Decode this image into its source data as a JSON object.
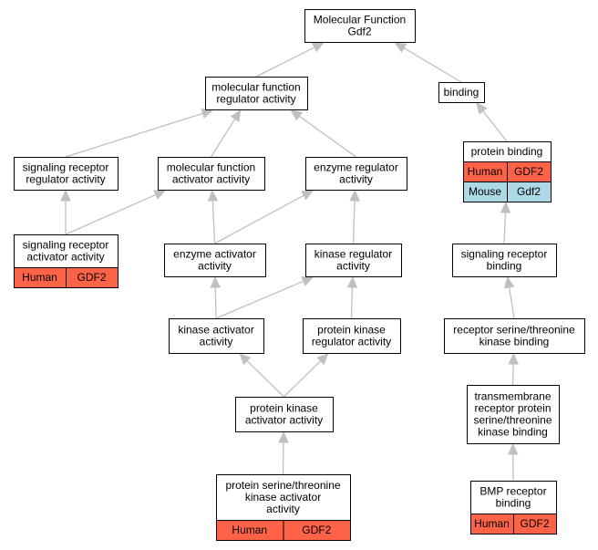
{
  "colors": {
    "edge": "#c0c0c0",
    "human": "#ff6347",
    "mouse": "#add8e6",
    "node_fill": "#ffffff",
    "node_border": "#000000"
  },
  "nodes": {
    "molecular_function": {
      "lines": [
        "Molecular Function",
        "Gdf2"
      ]
    },
    "mf_regulator": {
      "lines": [
        "molecular function",
        "regulator activity"
      ]
    },
    "binding": {
      "lines": [
        "binding"
      ]
    },
    "signaling_receptor_regulator": {
      "lines": [
        "signaling receptor",
        "regulator activity"
      ]
    },
    "mf_activator": {
      "lines": [
        "molecular function",
        "activator activity"
      ]
    },
    "enzyme_regulator": {
      "lines": [
        "enzyme regulator",
        "activity"
      ]
    },
    "protein_binding": {
      "lines": [
        "protein binding"
      ],
      "species": [
        {
          "species": "Human",
          "gene": "GDF2",
          "color_key": "human"
        },
        {
          "species": "Mouse",
          "gene": "Gdf2",
          "color_key": "mouse"
        }
      ]
    },
    "signaling_receptor_activator": {
      "lines": [
        "signaling receptor",
        "activator activity"
      ],
      "species": [
        {
          "species": "Human",
          "gene": "GDF2",
          "color_key": "human"
        }
      ]
    },
    "enzyme_activator": {
      "lines": [
        "enzyme activator",
        "activity"
      ]
    },
    "kinase_regulator": {
      "lines": [
        "kinase regulator",
        "activity"
      ]
    },
    "signaling_receptor_binding": {
      "lines": [
        "signaling receptor",
        "binding"
      ]
    },
    "kinase_activator": {
      "lines": [
        "kinase activator",
        "activity"
      ]
    },
    "protein_kinase_regulator": {
      "lines": [
        "protein kinase",
        "regulator activity"
      ]
    },
    "receptor_ser_thr_kinase_binding": {
      "lines": [
        "receptor serine/threonine",
        "kinase binding"
      ]
    },
    "protein_kinase_activator": {
      "lines": [
        "protein kinase",
        "activator activity"
      ]
    },
    "transmembrane_receptor": {
      "lines": [
        "transmembrane",
        "receptor protein",
        "serine/threonine",
        "kinase binding"
      ]
    },
    "protein_ser_thr_kinase_activator": {
      "lines": [
        "protein serine/threonine",
        "kinase activator",
        "activity"
      ],
      "species": [
        {
          "species": "Human",
          "gene": "GDF2",
          "color_key": "human"
        }
      ]
    },
    "bmp_receptor_binding": {
      "lines": [
        "BMP receptor",
        "binding"
      ],
      "species": [
        {
          "species": "Human",
          "gene": "GDF2",
          "color_key": "human"
        }
      ]
    }
  },
  "edges": [
    [
      "mf_regulator",
      "molecular_function"
    ],
    [
      "binding",
      "molecular_function"
    ],
    [
      "signaling_receptor_regulator",
      "mf_regulator"
    ],
    [
      "mf_activator",
      "mf_regulator"
    ],
    [
      "enzyme_regulator",
      "mf_regulator"
    ],
    [
      "protein_binding",
      "binding"
    ],
    [
      "signaling_receptor_activator",
      "signaling_receptor_regulator"
    ],
    [
      "signaling_receptor_activator",
      "mf_activator"
    ],
    [
      "enzyme_activator",
      "mf_activator"
    ],
    [
      "enzyme_activator",
      "enzyme_regulator"
    ],
    [
      "kinase_regulator",
      "enzyme_regulator"
    ],
    [
      "kinase_activator",
      "enzyme_activator"
    ],
    [
      "kinase_activator",
      "kinase_regulator"
    ],
    [
      "protein_kinase_regulator",
      "kinase_regulator"
    ],
    [
      "protein_kinase_activator",
      "kinase_activator"
    ],
    [
      "protein_kinase_activator",
      "protein_kinase_regulator"
    ],
    [
      "protein_ser_thr_kinase_activator",
      "protein_kinase_activator"
    ],
    [
      "signaling_receptor_binding",
      "protein_binding"
    ],
    [
      "receptor_ser_thr_kinase_binding",
      "signaling_receptor_binding"
    ],
    [
      "transmembrane_receptor",
      "receptor_ser_thr_kinase_binding"
    ],
    [
      "bmp_receptor_binding",
      "transmembrane_receptor"
    ]
  ]
}
